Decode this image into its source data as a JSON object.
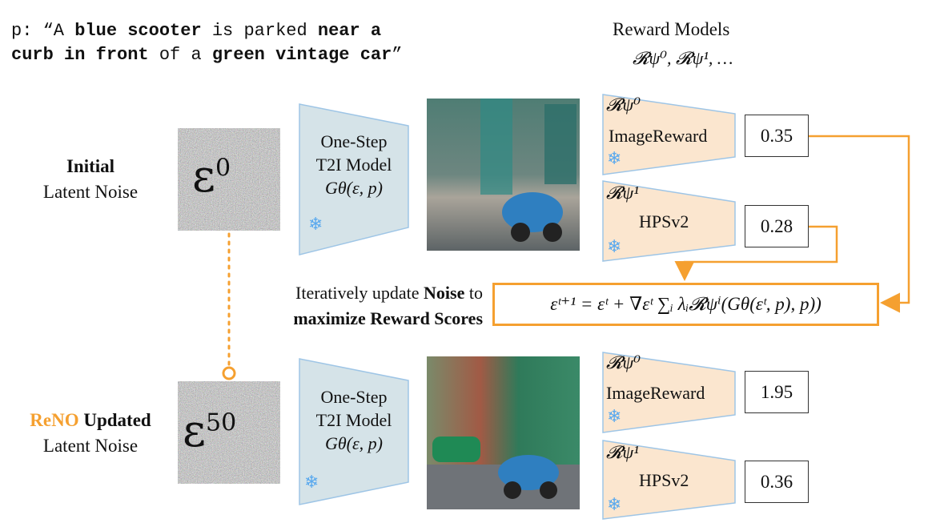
{
  "prompt": {
    "prefix": "p: “A ",
    "w1": "blue scooter",
    "t1": " is parked ",
    "w2": "near a",
    "w3": "curb in front",
    "t2": " of a ",
    "w4": "green vintage car",
    "suffix": "”"
  },
  "reward_header": {
    "title": "Reward Models",
    "symbols": "𝓡ψ⁰, 𝓡ψ¹, …"
  },
  "initial": {
    "bold": "Initial",
    "line2": "Latent Noise",
    "noise_symbol": "ε",
    "noise_sup": "0"
  },
  "updated": {
    "brand": "ReNO",
    "bold": "Updated",
    "line2": "Latent Noise",
    "noise_symbol": "ε",
    "noise_sup": "50",
    "brand_color": "#f5a030"
  },
  "t2i": {
    "line1": "One-Step",
    "line2": "T2I Model",
    "line3": "Gθ(ε, p)"
  },
  "iterate": {
    "line1_a": "Iteratively update ",
    "line1_b": "Noise",
    "line1_c": " to",
    "line2": "maximize Reward Scores"
  },
  "formula": "εᵗ⁺¹ = εᵗ + ∇εᵗ ∑ᵢ λᵢ𝓡ψⁱ(Gθ(εᵗ, p), p))",
  "rewards_top": [
    {
      "symbol": "𝓡ψ⁰",
      "name": "ImageReward",
      "score": "0.35"
    },
    {
      "symbol": "𝓡ψ¹",
      "name": "HPSv2",
      "score": "0.28"
    }
  ],
  "rewards_bottom": [
    {
      "symbol": "𝓡ψ⁰",
      "name": "ImageReward",
      "score": "1.95"
    },
    {
      "symbol": "𝓡ψ¹",
      "name": "HPSv2",
      "score": "0.36"
    }
  ],
  "icons": {
    "frozen": "❄"
  },
  "colors": {
    "accent": "#f5a030",
    "t2i_fill": "#d5e3e8",
    "reward_fill": "#fbe6cf",
    "shape_stroke": "#9ec5e6"
  }
}
